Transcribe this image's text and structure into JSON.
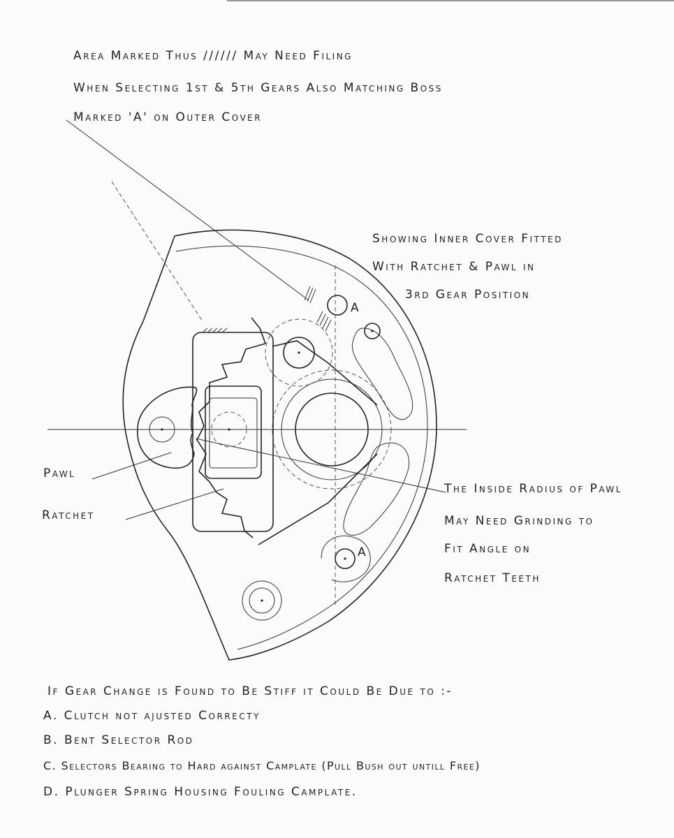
{
  "header_note": {
    "line1": "Area Marked   Thus //////  May Need Filing",
    "line2": "When Selecting 1st & 5th Gears  Also Matching Boss",
    "line3": "Marked 'A' on Outer Cover"
  },
  "cover_note": {
    "line1": "Showing Inner Cover Fitted",
    "line2": "With Ratchet & Pawl in",
    "line3": "3rd Gear Position"
  },
  "labels": {
    "pawl": "Pawl",
    "ratchet": "Ratchet",
    "boss_top": "A",
    "boss_bottom": "A"
  },
  "radius_note": {
    "line1": "The Inside Radius of Pawl",
    "line2": "May Need Grinding to",
    "line3": "Fit Angle on",
    "line4": "Ratchet Teeth"
  },
  "stiff_note": {
    "intro": "If Gear Change is Found to Be Stiff it Could Be Due to :-",
    "items": [
      "A. Clutch not ajusted Correcty",
      "B. Bent Selector Rod",
      "C. Selectors Bearing to Hard against Camplate (Pull Bush out untill Free)",
      "D. Plunger Spring Housing Fouling Camplate."
    ]
  }
}
